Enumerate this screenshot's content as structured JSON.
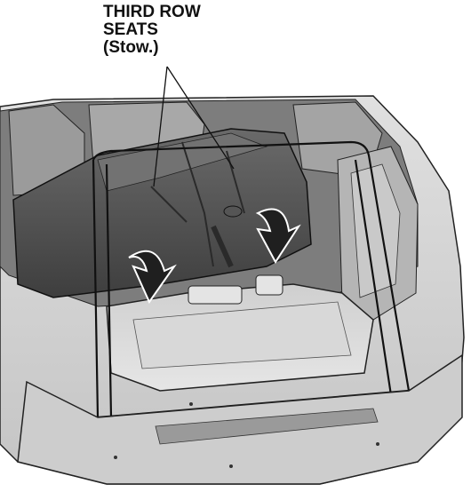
{
  "callout": {
    "lines": [
      "THIRD ROW",
      "SEATS",
      "(Stow.)"
    ]
  },
  "illustration": {
    "subject": "minivan cargo area with third row seats folding into floor well",
    "arrow_count": 2,
    "colors": {
      "body": "#d2d2d2",
      "body_dark": "#8a8a8a",
      "seat": "#5a5a5a",
      "seat_dark": "#3d3d3d",
      "floor": "#bdbdbd",
      "arrow": "#1f1f1f",
      "line": "#111111"
    }
  }
}
